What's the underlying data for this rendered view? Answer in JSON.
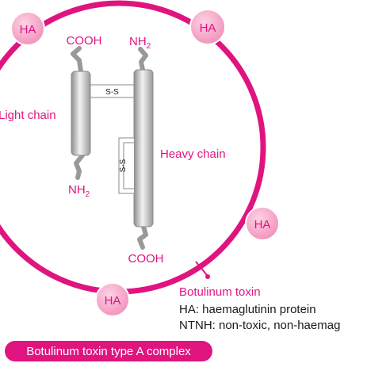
{
  "colors": {
    "accent": "#e0147f",
    "ha_fill": "#f7a6c8",
    "chain_gray": "#b7b7b7",
    "text": "#1a1a1a"
  },
  "diagram": {
    "ha_badges": [
      "HA",
      "HA",
      "HA",
      "HA"
    ],
    "light_chain": {
      "label": "Light chain",
      "top_terminal": "COOH",
      "bottom_terminal": "NH",
      "bottom_terminal_sub": "2"
    },
    "heavy_chain": {
      "label": "Heavy chain",
      "top_terminal": "NH",
      "top_terminal_sub": "2",
      "bottom_terminal": "COOH"
    },
    "disulfide_inter": "S-S",
    "disulfide_intra": "S-S"
  },
  "legend": {
    "toxin_label": "Botulinum toxin",
    "ha_definition": "HA: haemaglutinin protein",
    "ntnh_definition": "NTNH: non-toxic, non-haemag"
  },
  "footer": {
    "title": "Botulinum toxin type A complex"
  }
}
